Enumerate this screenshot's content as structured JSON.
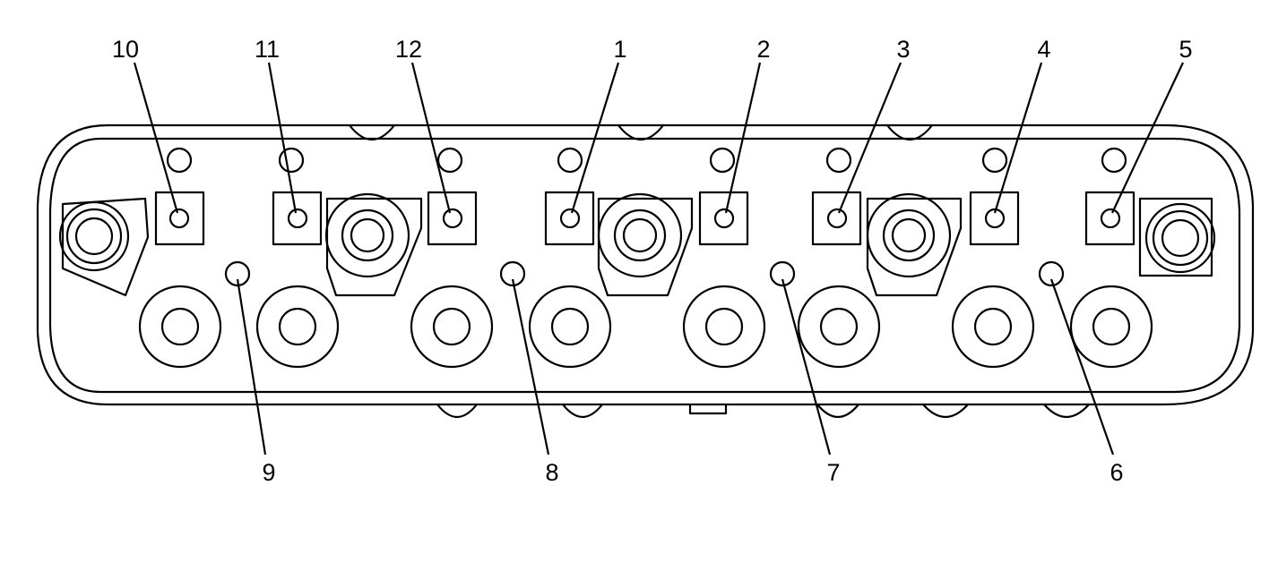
{
  "diagram": {
    "callouts": [
      {
        "id": "c10",
        "label": "10"
      },
      {
        "id": "c11",
        "label": "11"
      },
      {
        "id": "c12",
        "label": "12"
      },
      {
        "id": "c1",
        "label": "1"
      },
      {
        "id": "c2",
        "label": "2"
      },
      {
        "id": "c3",
        "label": "3"
      },
      {
        "id": "c4",
        "label": "4"
      },
      {
        "id": "c5",
        "label": "5"
      },
      {
        "id": "c9",
        "label": "9"
      },
      {
        "id": "c8",
        "label": "8"
      },
      {
        "id": "c7",
        "label": "7"
      },
      {
        "id": "c6",
        "label": "6"
      }
    ]
  }
}
